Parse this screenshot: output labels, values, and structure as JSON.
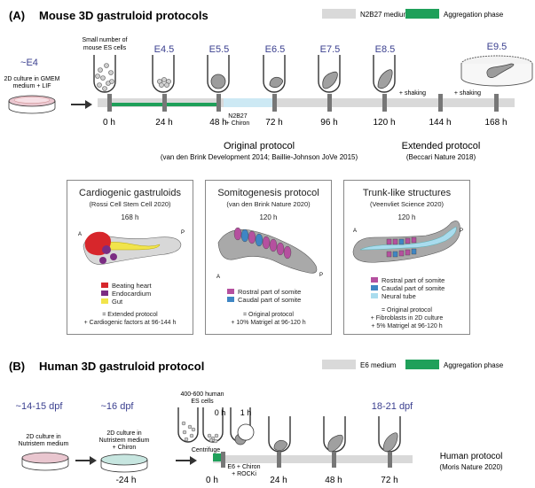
{
  "panelA": {
    "label": "(A)",
    "title": "Mouse 3D gastruloid protocols",
    "legend": {
      "medium": "N2B27 medium",
      "aggregation": "Aggregation phase"
    },
    "stages": [
      "~E4",
      "E4.5",
      "E5.5",
      "E6.5",
      "E7.5",
      "E8.5",
      "E9.5"
    ],
    "es_cells_note": "Small number of mouse ES cells",
    "culture_note_1": "2D culture in GMEM",
    "culture_note_2": "medium + LIF",
    "n2b27_1": "N2B27",
    "n2b27_2": "+ Chiron",
    "shaking_1": "+ shaking",
    "shaking_2": "+ shaking",
    "times": [
      "0 h",
      "24 h",
      "48 h",
      "72 h",
      "96 h",
      "120 h",
      "144 h",
      "168 h"
    ],
    "original_protocol": "Original protocol",
    "original_refs": "(van den Brink Development 2014; Baillie-Johnson JoVe 2015)",
    "extended_protocol": "Extended protocol",
    "extended_refs": "(Beccari Nature 2018)",
    "colors": {
      "medium": "#d9d9d9",
      "aggregation": "#1fa05a",
      "chiron": "#cde9f4",
      "stage": "#3a3f8f"
    }
  },
  "boxes": [
    {
      "title": "Cardiogenic gastruloids",
      "ref": "(Rossi Cell Stem Cell 2020)",
      "time": "168 h",
      "legend": [
        {
          "label": "Beating heart",
          "color": "#d7262b"
        },
        {
          "label": "Endocardium",
          "color": "#7b2c83"
        },
        {
          "label": "Gut",
          "color": "#f1e44b"
        }
      ],
      "foot1": "= Extended protocol",
      "foot2": "+ Cardiogenic factors at 96-144 h",
      "foot3": ""
    },
    {
      "title": "Somitogenesis protocol",
      "ref": "(van den Brink Nature 2020)",
      "time": "120 h",
      "legend": [
        {
          "label": "Rostral part of somite",
          "color": "#b5509f"
        },
        {
          "label": "Caudal part of somite",
          "color": "#3f86c4"
        }
      ],
      "foot1": "= Original protocol",
      "foot2": "+ 10% Matrigel at 96-120 h",
      "foot3": ""
    },
    {
      "title": "Trunk-like structures",
      "ref": "(Veenvliet Science 2020)",
      "time": "120 h",
      "legend": [
        {
          "label": "Rostral part of somite",
          "color": "#b5509f"
        },
        {
          "label": "Caudal part of somite",
          "color": "#3f86c4"
        },
        {
          "label": "Neural tube",
          "color": "#a9dcee"
        }
      ],
      "foot1": "= Original protocol",
      "foot2": "+ Fibroblasts in 2D culture",
      "foot3": "+ 5% Matrigel at 96-120 h"
    }
  ],
  "panelB": {
    "label": "(B)",
    "title": "Human 3D gastruloid protocol",
    "legend": {
      "medium": "E6 medium",
      "aggregation": "Aggregation phase"
    },
    "stage1": "~14-15 dpf",
    "stage2": "~16 dpf",
    "stage3": "18-21 dpf",
    "culture1_1": "2D culture in",
    "culture1_2": "Nutristem medium",
    "culture2_1": "2D culture in",
    "culture2_2": "Nutristem medium",
    "culture2_3": "+ Chiron",
    "es_cells_1": "400-600 human",
    "es_cells_2": "ES cells",
    "h0": "0 h",
    "h1": "1 h",
    "centrifuge": "Centrifuge",
    "e6_1": "E6 + Chiron",
    "e6_2": "+ ROCKi",
    "times": [
      "-24 h",
      "0 h",
      "24 h",
      "48 h",
      "72 h"
    ],
    "human_protocol": "Human protocol",
    "human_ref": "(Moris Nature 2020)"
  }
}
